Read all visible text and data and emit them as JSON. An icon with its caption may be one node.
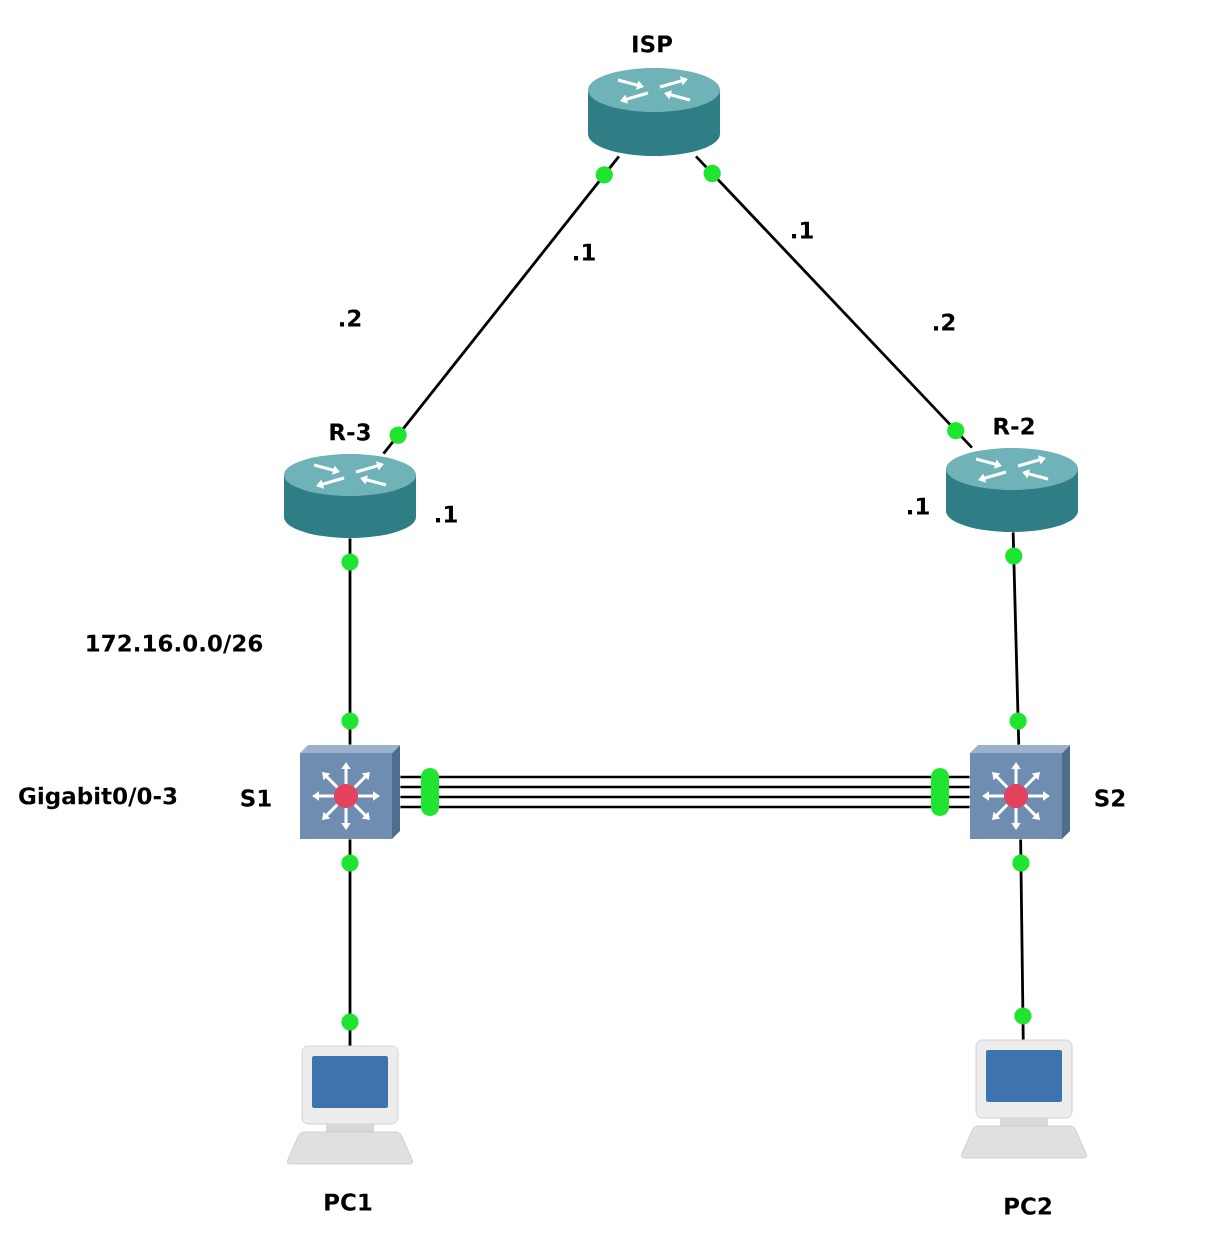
{
  "diagram": {
    "nodes": [
      {
        "text": [
          "ISP"
        ]
      },
      {
        "text": [
          "R-3"
        ],
        "beside": [
          ".1"
        ]
      },
      {
        "text": [
          "R-2"
        ],
        "beside": [
          ".1"
        ]
      },
      {
        "text": [
          "S1"
        ]
      },
      {
        "text": [
          "S2"
        ]
      },
      {
        "text": [
          "PC1"
        ]
      },
      {
        "text": [
          "PC2"
        ]
      }
    ],
    "edges": [
      {
        "from": 0,
        "to": 1,
        "arrow": "none"
      },
      {
        "from": 0,
        "to": 2,
        "arrow": "none"
      },
      {
        "from": 1,
        "to": 3,
        "arrow": "none"
      },
      {
        "from": 2,
        "to": 4,
        "arrow": "none"
      },
      {
        "from": 3,
        "to": 4,
        "arrow": "none"
      },
      {
        "from": 3,
        "to": 4,
        "arrow": "none"
      },
      {
        "from": 3,
        "to": 4,
        "arrow": "none"
      },
      {
        "from": 3,
        "to": 4,
        "arrow": "none"
      },
      {
        "from": 3,
        "to": 5,
        "arrow": "none"
      },
      {
        "from": 4,
        "to": 6,
        "arrow": "none"
      }
    ],
    "labels": [
      ".1",
      ".1",
      ".2",
      ".2",
      "172.16.0.0/26",
      "Gigabit0/0-3"
    ]
  }
}
